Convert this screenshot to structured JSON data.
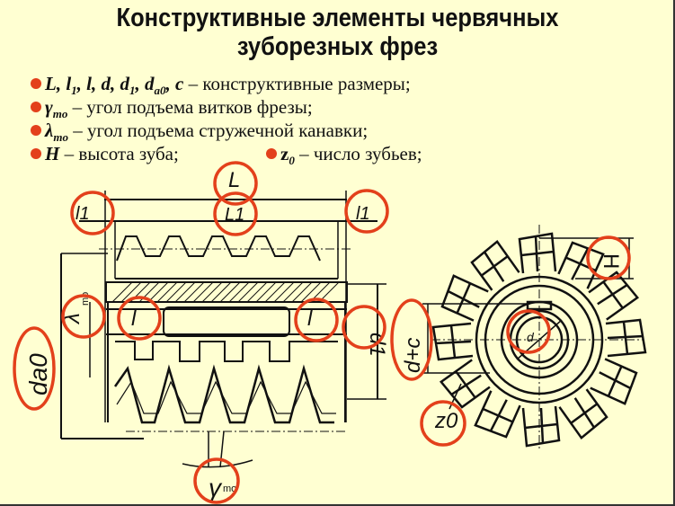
{
  "title": {
    "line1": "Конструктивные элементы червячных",
    "line2": "зуборезных фрез"
  },
  "legend": [
    {
      "symbol": "L, l",
      "sub": "1",
      "rest_symbol": ", l, d, d",
      "sub2": "1",
      "rest2": ", d",
      "sub3": "a0",
      "rest3": ", c",
      "text": " – конструктивные размеры;"
    },
    {
      "symbol": "γ",
      "sub": "mo",
      "text": " – угол подъема витков фрезы;"
    },
    {
      "symbol": "λ",
      "sub": "mo",
      "text": " – угол подъема стружечной канавки;"
    },
    {
      "symbol": "H",
      "sub": "",
      "text": " – высота зуба;"
    },
    {
      "symbol": "z",
      "sub": "0",
      "text": " – число зубьев;"
    }
  ],
  "labels": {
    "L": "L",
    "l1_center": "L1",
    "l1_left": "l1",
    "l1_right": "l1",
    "l_left": "l",
    "l_right": "l",
    "d1": "d1",
    "da0": "da0",
    "lambda": "λ",
    "lambda_sub": "mo",
    "gamma": "γ",
    "gamma_sub": "mo",
    "d_plus_c": "d+c",
    "d": "d",
    "H": "H",
    "z0": "z0"
  },
  "colors": {
    "background": "#ffffd2",
    "highlight": "#e3401b",
    "ink": "#111111"
  }
}
